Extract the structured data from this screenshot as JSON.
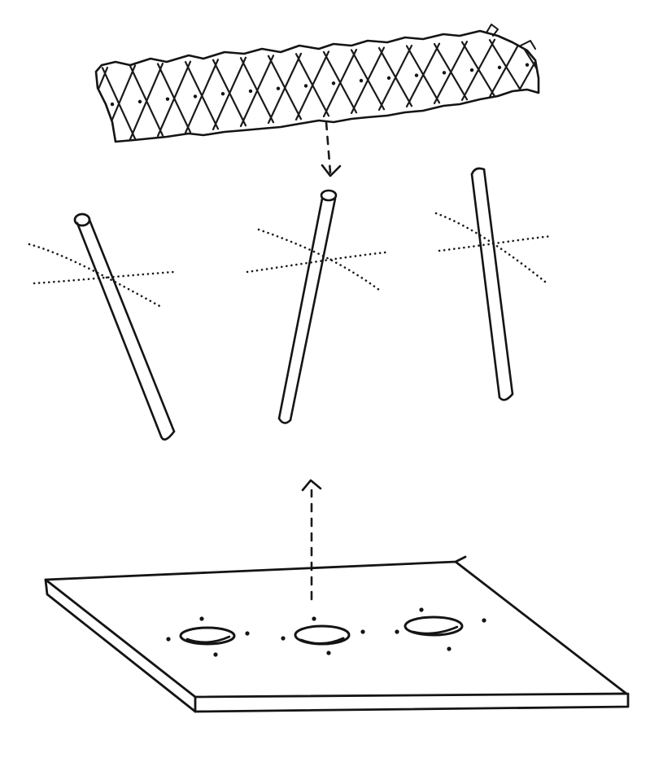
{
  "ink_color": "#141414",
  "background_color": "#ffffff",
  "components": {
    "mesh_strip": "mesh-strip",
    "rods": [
      "rod-left",
      "rod-center",
      "rod-right"
    ],
    "base_plate": "base-plate",
    "plate_holes": [
      "hole-left",
      "hole-center",
      "hole-right"
    ]
  },
  "arrows": [
    "arrow-mesh-to-rod",
    "arrow-plate-to-rod"
  ]
}
